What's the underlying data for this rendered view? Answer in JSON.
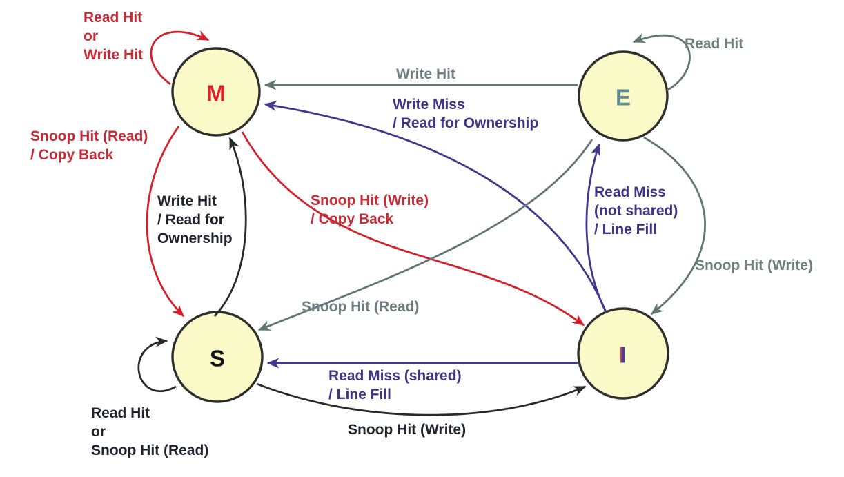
{
  "colors": {
    "background": "#ffffff",
    "state_fill": "#fafac8",
    "state_border": "#2e2e2e",
    "red_label": "#c62b36",
    "red_line": "#d62029",
    "gray_label": "#6d7f81",
    "gray_line": "#5f7775",
    "purple_label": "#3f3489",
    "purple_line": "#40388f",
    "black_label": "#20232e",
    "black_line": "#2a2a2a",
    "state_letter_m": "#e01f2b",
    "state_letter_e": "#5e8a8e",
    "state_letter_s": "#121216",
    "state_letter_i": "#4a3e96"
  },
  "states": {
    "m": {
      "label": "M"
    },
    "e": {
      "label": "E"
    },
    "s": {
      "label": "S"
    },
    "i": {
      "label": "I"
    }
  },
  "transitions": {
    "m_self": {
      "from": "M",
      "to": "M",
      "color": "red",
      "lines": [
        "Read Hit",
        "or",
        "Write Hit"
      ]
    },
    "e_self": {
      "from": "E",
      "to": "E",
      "color": "gray",
      "lines": [
        "Read Hit"
      ]
    },
    "e_to_m": {
      "from": "E",
      "to": "M",
      "color": "gray",
      "lines": [
        "Write Hit"
      ]
    },
    "i_to_m": {
      "from": "I",
      "to": "M",
      "color": "purple",
      "lines": [
        "Write Miss",
        "/ Read for Ownership"
      ]
    },
    "m_to_s": {
      "from": "M",
      "to": "S",
      "color": "red",
      "lines": [
        "Snoop Hit (Read)",
        "/ Copy Back"
      ]
    },
    "s_to_m": {
      "from": "S",
      "to": "M",
      "color": "black",
      "lines": [
        "Write Hit",
        "/ Read for",
        "Ownership"
      ]
    },
    "m_to_i": {
      "from": "M",
      "to": "I",
      "color": "red",
      "lines": [
        "Snoop Hit (Write)",
        "/ Copy Back"
      ]
    },
    "e_to_s": {
      "from": "E",
      "to": "S",
      "color": "gray",
      "lines": [
        "Snoop Hit (Read)"
      ]
    },
    "i_to_e": {
      "from": "I",
      "to": "E",
      "color": "purple",
      "lines": [
        "Read Miss",
        "(not shared)",
        "/ Line Fill"
      ]
    },
    "e_to_i": {
      "from": "E",
      "to": "I",
      "color": "gray",
      "lines": [
        "Snoop Hit (Write)"
      ]
    },
    "i_to_s": {
      "from": "I",
      "to": "S",
      "color": "purple",
      "lines": [
        "Read Miss (shared)",
        "/ Line Fill"
      ]
    },
    "s_to_i": {
      "from": "S",
      "to": "I",
      "color": "black",
      "lines": [
        "Snoop Hit (Write)"
      ]
    },
    "s_self": {
      "from": "S",
      "to": "S",
      "color": "black",
      "lines": [
        "Read Hit",
        "or",
        "Snoop Hit (Read)"
      ]
    }
  }
}
